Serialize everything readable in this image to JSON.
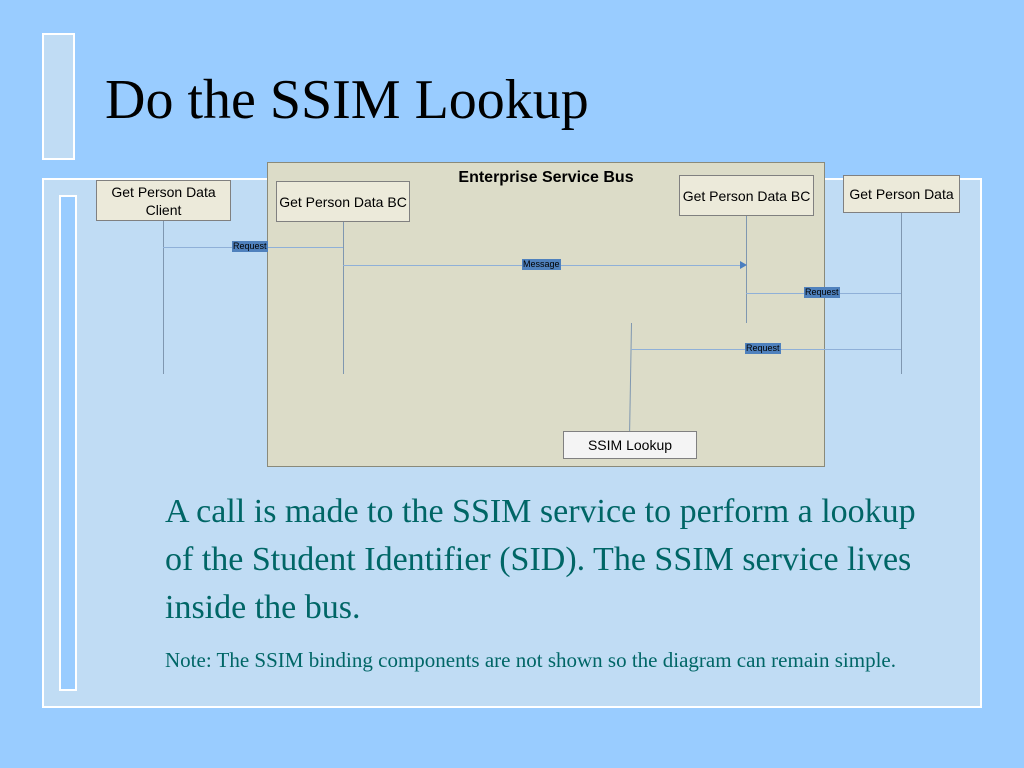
{
  "slide": {
    "title": "Do the SSIM Lookup",
    "body": "A call is made to the SSIM service to perform a lookup of the Student Identifier (SID).  The SSIM service lives inside the bus.",
    "note": "Note: The SSIM binding components are not shown so the diagram can remain simple."
  },
  "diagram": {
    "bus_label": "Enterprise Service Bus",
    "nodes": {
      "client": "Get Person Data Client",
      "bc_left": "Get Person Data BC",
      "bc_right": "Get Person Data BC",
      "person_data": "Get Person Data",
      "ssim": "SSIM Lookup"
    },
    "messages": {
      "request_1": "Request",
      "message": "Message",
      "request_2": "Request",
      "request_3": "Request"
    }
  },
  "colors": {
    "background": "#99ccff",
    "panel": "#c0dcf4",
    "bus": "#dcdcc8",
    "text_teal": "#006666",
    "label_blue": "#4f81bd"
  }
}
